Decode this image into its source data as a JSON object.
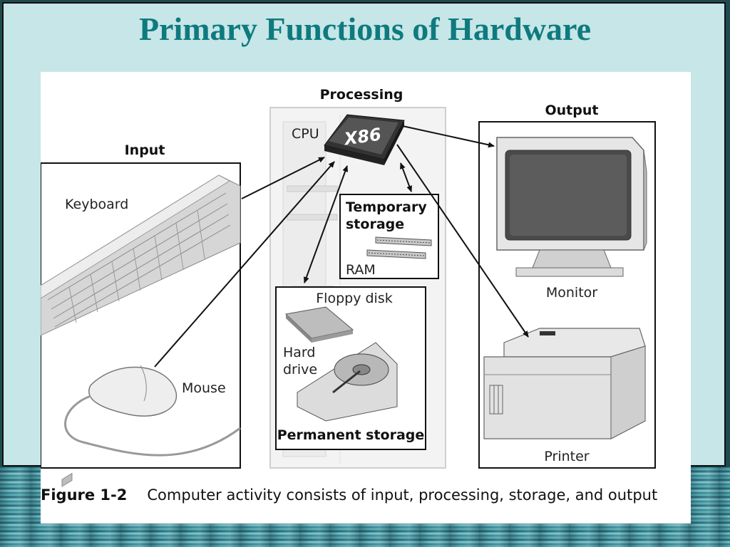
{
  "slide": {
    "title": "Primary Functions of Hardware"
  },
  "diagram": {
    "processing_label": "Processing",
    "cpu_label": "CPU",
    "cpu_chip_text": "X86",
    "input_label": "Input",
    "keyboard_label": "Keyboard",
    "mouse_label": "Mouse",
    "output_label": "Output",
    "monitor_label": "Monitor",
    "printer_label": "Printer",
    "temp_storage_line1": "Temporary",
    "temp_storage_line2": "storage",
    "ram_label": "RAM",
    "floppy_label": "Floppy disk",
    "hard_drive_line1": "Hard",
    "hard_drive_line2": "drive",
    "permanent_storage_label": "Permanent storage"
  },
  "caption": {
    "figure_number": "Figure 1-2",
    "text": "Computer activity consists of input, processing, storage, and output"
  },
  "colors": {
    "title": "#0f7a7e",
    "background": "#c6e6e8",
    "footer": "#2f7a86"
  }
}
